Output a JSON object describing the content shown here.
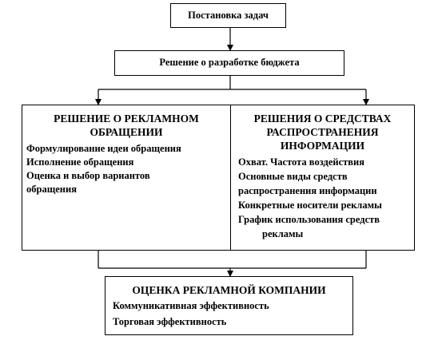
{
  "nodes": {
    "task": {
      "label": "Постановка задач"
    },
    "budget": {
      "label": "Решение о разработке бюджета"
    },
    "message": {
      "title": [
        "РЕШЕНИЕ  О РЕКЛАМНОМ",
        "ОБРАЩЕНИИ"
      ],
      "items": [
        "Формулирование идеи обращения",
        "Исполнение обращения",
        "Оценка и выбор вариантов",
        "обращения"
      ]
    },
    "media": {
      "title": [
        "РЕШЕНИЯ  О СРЕДСТВАХ",
        "РАСПРОСТРАНЕНИЯ",
        "ИНФОРМАЦИИ"
      ],
      "items": [
        "Охват. Частота воздействия",
        "Основные виды средств",
        "распространения информации",
        "Конкретные носители рекламы",
        "График использования средств",
        "рекламы"
      ]
    },
    "evaluation": {
      "title": "ОЦЕНКА РЕКЛАМНОЙ КОМПАНИИ",
      "items": [
        "Коммуникативная эффективность",
        "Торговая эффективность"
      ]
    }
  }
}
